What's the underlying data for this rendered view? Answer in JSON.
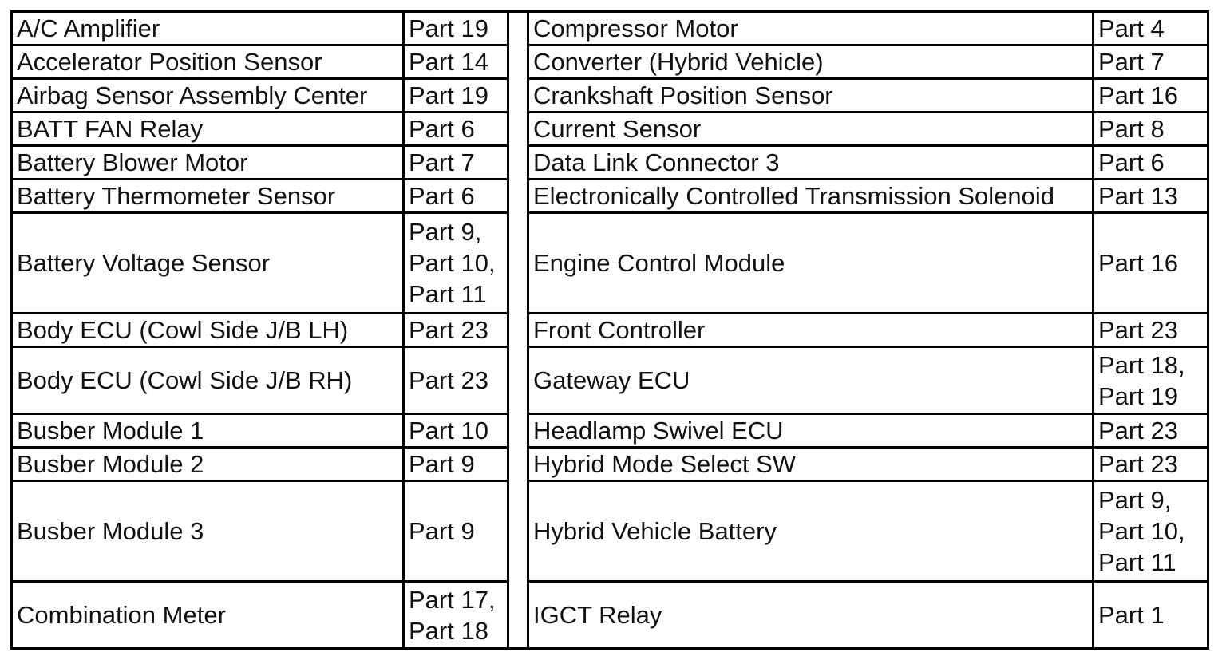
{
  "table": {
    "rows": [
      {
        "left_component": "A/C Amplifier",
        "left_parts": [
          "Part 19"
        ],
        "right_component": "Compressor Motor",
        "right_parts": [
          "Part 4"
        ]
      },
      {
        "left_component": "Accelerator Position Sensor",
        "left_parts": [
          "Part 14"
        ],
        "right_component": "Converter (Hybrid Vehicle)",
        "right_parts": [
          "Part 7"
        ]
      },
      {
        "left_component": "Airbag Sensor Assembly Center",
        "left_parts": [
          "Part 19"
        ],
        "right_component": "Crankshaft Position Sensor",
        "right_parts": [
          "Part 16"
        ]
      },
      {
        "left_component": "BATT FAN Relay",
        "left_parts": [
          "Part 6"
        ],
        "right_component": "Current Sensor",
        "right_parts": [
          "Part 8"
        ]
      },
      {
        "left_component": "Battery Blower Motor",
        "left_parts": [
          "Part 7"
        ],
        "right_component": "Data Link Connector 3",
        "right_parts": [
          "Part 6"
        ]
      },
      {
        "left_component": "Battery Thermometer Sensor",
        "left_parts": [
          "Part 6"
        ],
        "right_component": "Electronically Controlled Transmission Solenoid",
        "right_parts": [
          "Part 13"
        ]
      },
      {
        "left_component": "Battery Voltage Sensor",
        "left_parts": [
          "Part 9,",
          "Part 10,",
          "Part 11"
        ],
        "right_component": "Engine Control Module",
        "right_parts": [
          "Part 16"
        ]
      },
      {
        "left_component": "Body ECU (Cowl Side J/B LH)",
        "left_parts": [
          "Part 23"
        ],
        "right_component": "Front Controller",
        "right_parts": [
          "Part 23"
        ]
      },
      {
        "left_component": "Body ECU (Cowl Side J/B RH)",
        "left_parts": [
          "Part 23"
        ],
        "right_component": "Gateway ECU",
        "right_parts": [
          "Part 18,",
          "Part 19"
        ]
      },
      {
        "left_component": "Busber Module 1",
        "left_parts": [
          "Part 10"
        ],
        "right_component": "Headlamp Swivel ECU",
        "right_parts": [
          "Part 23"
        ]
      },
      {
        "left_component": "Busber Module 2",
        "left_parts": [
          "Part 9"
        ],
        "right_component": "Hybrid Mode Select SW",
        "right_parts": [
          "Part 23"
        ]
      },
      {
        "left_component": "Busber Module 3",
        "left_parts": [
          "Part 9"
        ],
        "right_component": "Hybrid Vehicle Battery",
        "right_parts": [
          "Part 9,",
          "Part 10,",
          "Part 11"
        ]
      },
      {
        "left_component": "Combination Meter",
        "left_parts": [
          "Part 17,",
          "Part 18"
        ],
        "right_component": "IGCT Relay",
        "right_parts": [
          "Part 1"
        ]
      }
    ]
  }
}
